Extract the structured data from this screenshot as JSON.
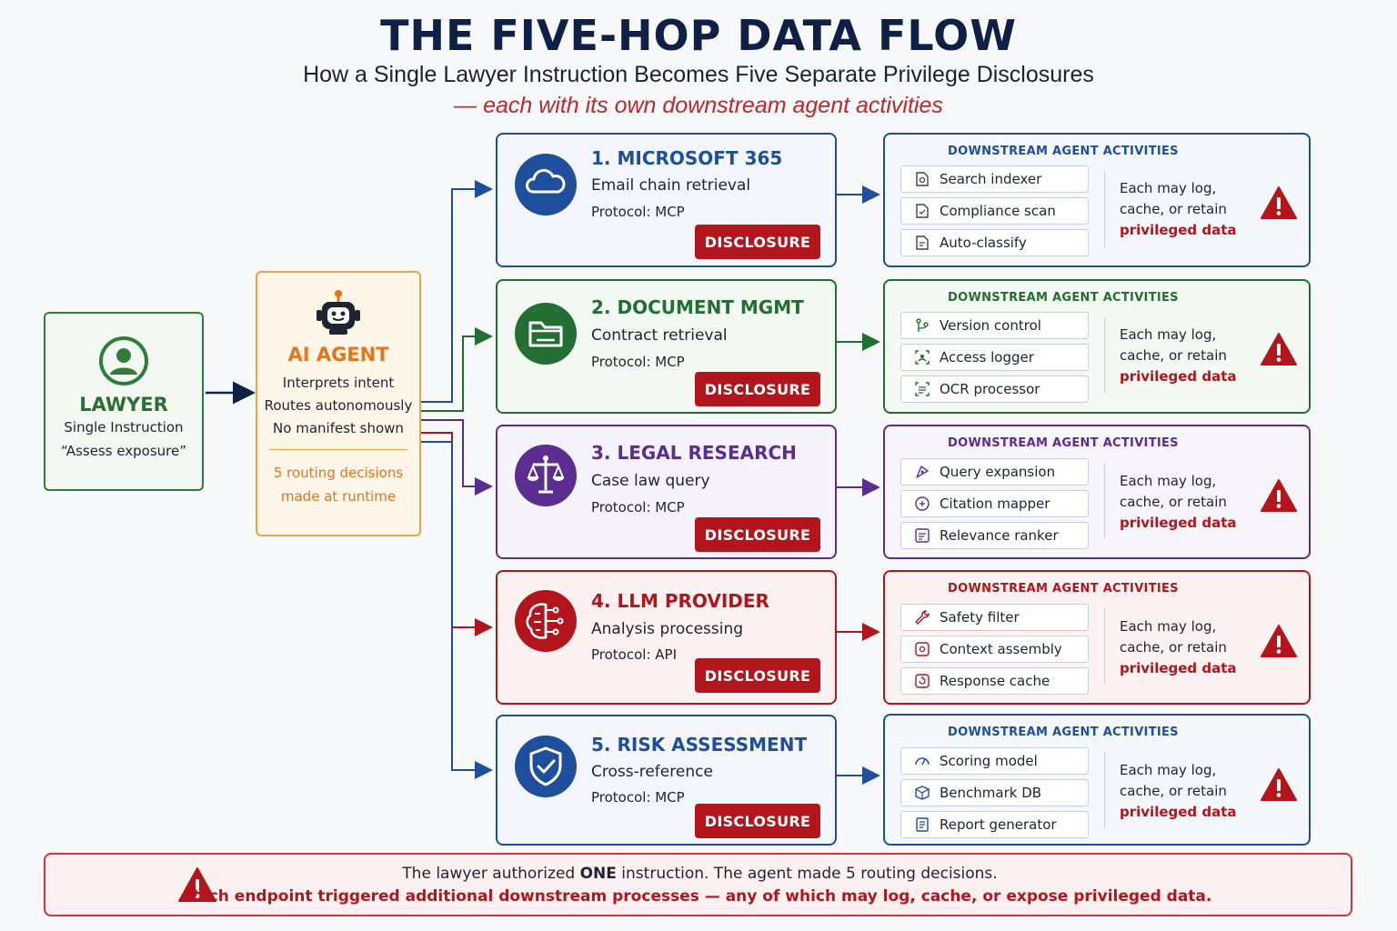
{
  "header": {
    "title": "THE FIVE-HOP DATA FLOW",
    "subtitle": "How a Single Lawyer Instruction Becomes Five Separate Privilege Disclosures",
    "subtitle_accent": "— each with its own downstream agent activities"
  },
  "lawyer": {
    "name": "LAWYER",
    "line1": "Single Instruction",
    "line2": "“Assess exposure”",
    "color": "#2f7d3a"
  },
  "agent": {
    "name": "AI AGENT",
    "line1": "Interprets intent",
    "line2": "Routes autonomously",
    "line3": "No manifest shown",
    "note1": "5 routing decisions",
    "note2": "made at runtime",
    "color": "#e8741a"
  },
  "hops": [
    {
      "title": "1. MICROSOFT 365",
      "subtitle": "Email chain retrieval",
      "protocol": "Protocol: MCP",
      "badge": "DISCLOSURE",
      "icon": "cloud-icon",
      "color": "#1f4f9c",
      "bg": "#f3f6fc"
    },
    {
      "title": "2. DOCUMENT MGMT",
      "subtitle": "Contract retrieval",
      "protocol": "Protocol: MCP",
      "badge": "DISCLOSURE",
      "icon": "folder-icon",
      "color": "#236e33",
      "bg": "#f3f8f2"
    },
    {
      "title": "3. LEGAL RESEARCH",
      "subtitle": "Case law query",
      "protocol": "Protocol: MCP",
      "badge": "DISCLOSURE",
      "icon": "scales-icon",
      "color": "#5b2d91",
      "bg": "#f7f3fc"
    },
    {
      "title": "4. LLM PROVIDER",
      "subtitle": "Analysis processing",
      "protocol": "Protocol: API",
      "badge": "DISCLOSURE",
      "icon": "brain-circuit-icon",
      "color": "#b2161c",
      "bg": "#fdf1f1"
    },
    {
      "title": "5. RISK ASSESSMENT",
      "subtitle": "Cross-reference",
      "protocol": "Protocol: MCP",
      "badge": "DISCLOSURE",
      "icon": "shield-check-icon",
      "color": "#1f4f9c",
      "bg": "#f3f6fc"
    }
  ],
  "downstream": [
    {
      "title": "DOWNSTREAM AGENT ACTIVITIES",
      "color": "#1f4f9c",
      "bg": "#f4f7fc",
      "items": [
        {
          "label": "Search indexer",
          "icon": "search-doc-icon"
        },
        {
          "label": "Compliance scan",
          "icon": "scan-icon"
        },
        {
          "label": "Auto-classify",
          "icon": "classify-icon"
        }
      ],
      "note1": "Each may log,",
      "note2": "cache, or retain",
      "note3": "privileged data"
    },
    {
      "title": "DOWNSTREAM AGENT ACTIVITIES",
      "color": "#236e33",
      "bg": "#f4f9f3",
      "items": [
        {
          "label": "Version control",
          "icon": "version-icon"
        },
        {
          "label": "Access logger",
          "icon": "access-icon"
        },
        {
          "label": "OCR processor",
          "icon": "ocr-icon"
        }
      ],
      "note1": "Each may log,",
      "note2": "cache, or retain",
      "note3": "privileged data"
    },
    {
      "title": "DOWNSTREAM AGENT ACTIVITIES",
      "color": "#5b2d91",
      "bg": "#f8f4fc",
      "items": [
        {
          "label": "Query expansion",
          "icon": "query-icon"
        },
        {
          "label": "Citation mapper",
          "icon": "citation-icon"
        },
        {
          "label": "Relevance ranker",
          "icon": "ranker-icon"
        }
      ],
      "note1": "Each may log,",
      "note2": "cache, or retain",
      "note3": "privileged data"
    },
    {
      "title": "DOWNSTREAM AGENT ACTIVITIES",
      "color": "#b2161c",
      "bg": "#fdf2f2",
      "items": [
        {
          "label": "Safety filter",
          "icon": "wrench-icon"
        },
        {
          "label": "Context assembly",
          "icon": "assembly-icon"
        },
        {
          "label": "Response cache",
          "icon": "cache-icon"
        }
      ],
      "note1": "Each may log,",
      "note2": "cache, or retain",
      "note3": "privileged data"
    },
    {
      "title": "DOWNSTREAM AGENT ACTIVITIES",
      "color": "#1f4f9c",
      "bg": "#f4f7fc",
      "items": [
        {
          "label": "Scoring model",
          "icon": "gauge-icon"
        },
        {
          "label": "Benchmark DB",
          "icon": "database-icon"
        },
        {
          "label": "Report generator",
          "icon": "report-icon"
        }
      ],
      "note1": "Each may log,",
      "note2": "cache, or retain",
      "note3": "privileged data"
    }
  ],
  "footer": {
    "line1_pre": "The lawyer authorized ",
    "line1_bold": "ONE",
    "line1_post": " instruction. The agent made 5 routing decisions.",
    "line2": "Each endpoint triggered additional downstream processes — any of which may log, cache, or expose privileged data."
  }
}
